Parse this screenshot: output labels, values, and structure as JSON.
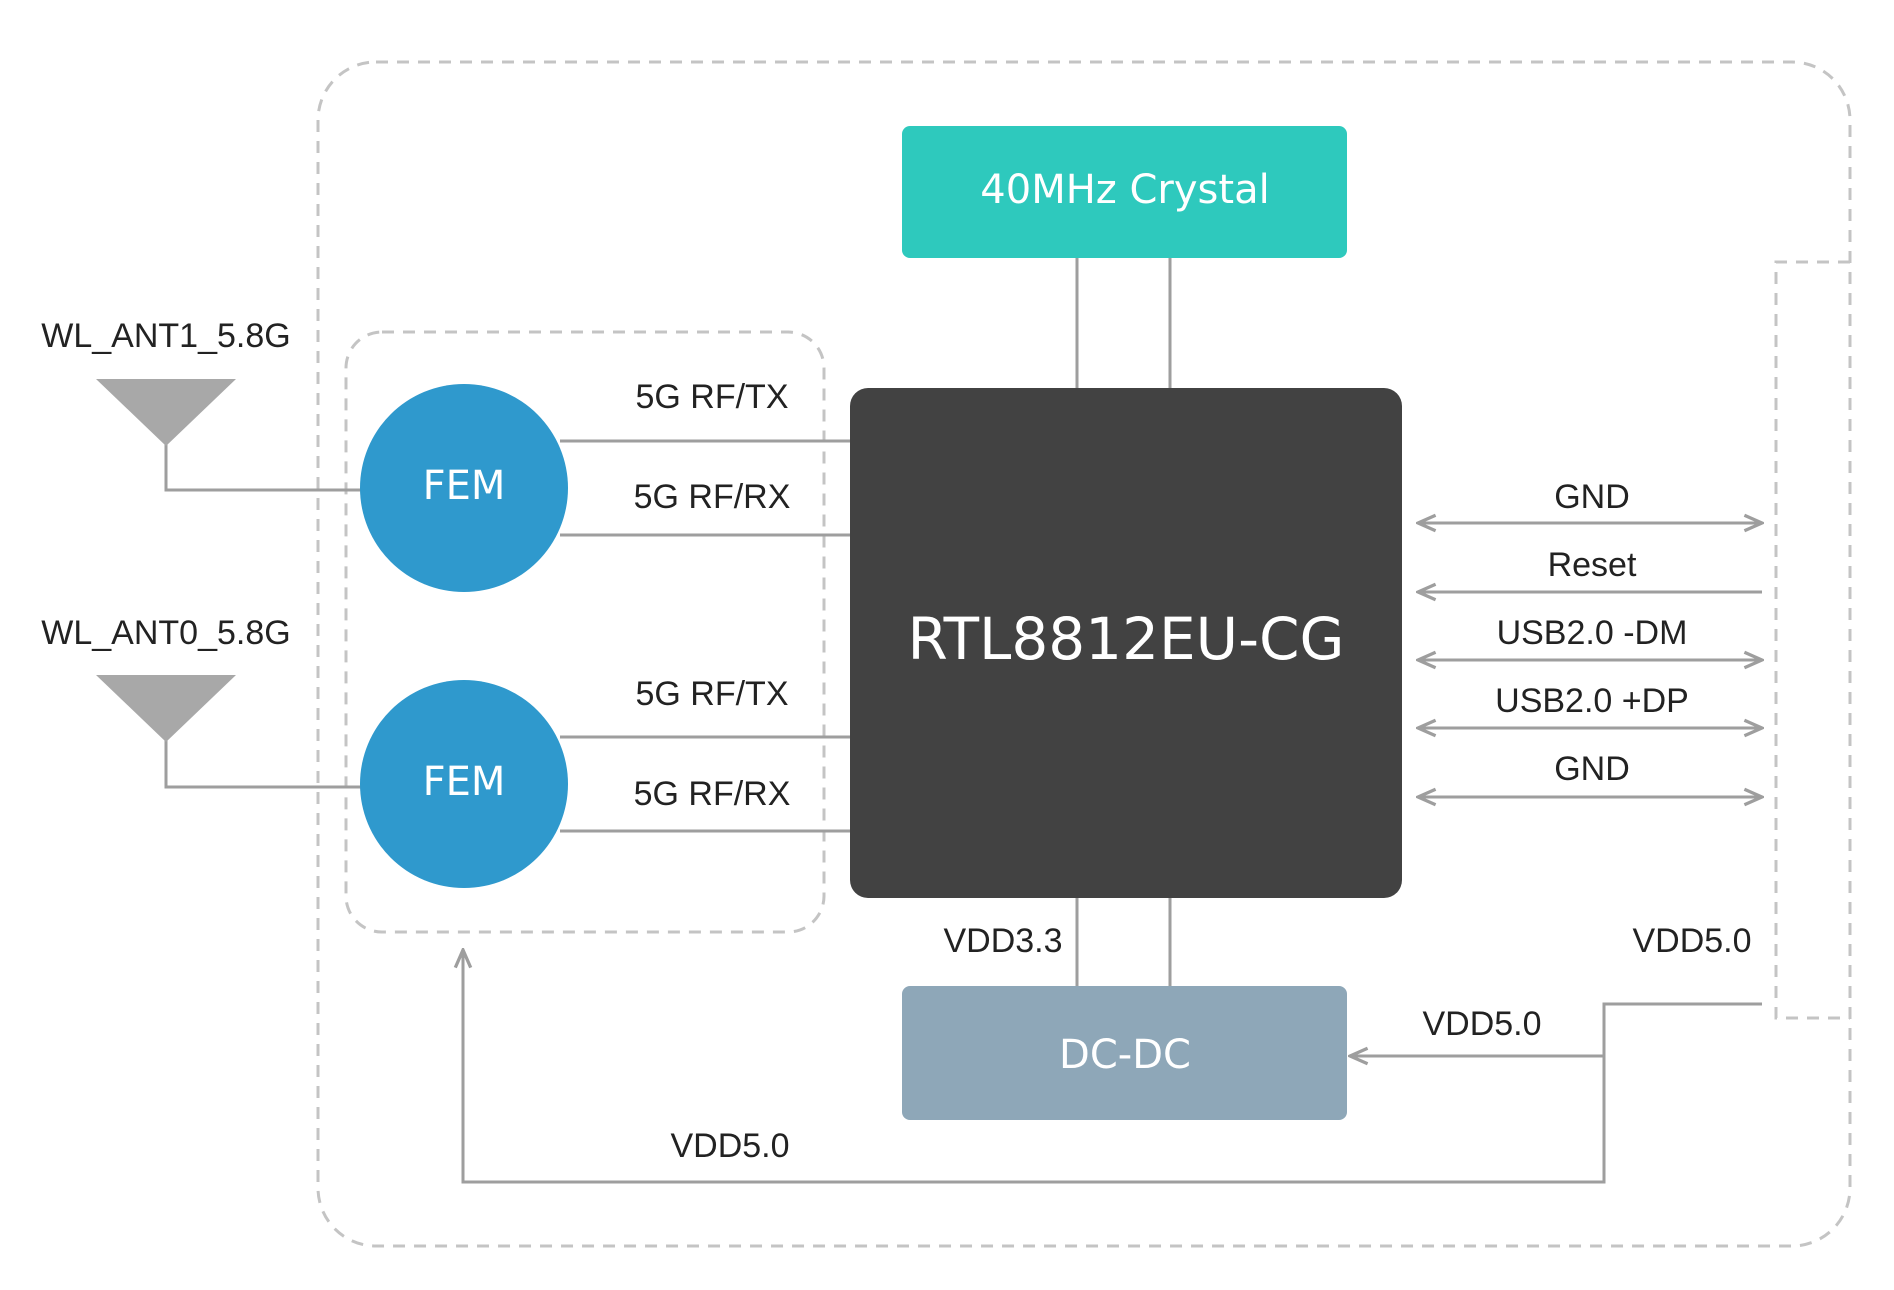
{
  "colors": {
    "crystal": "#2ec9bd",
    "fem": "#2f99cd",
    "chip": "#424242",
    "dcdc": "#8ea7b8",
    "antenna": "#a8a8a8",
    "line": "#9e9e9e"
  },
  "blocks": {
    "crystal": "40MHz Crystal",
    "chip": "RTL8812EU-CG",
    "dcdc": "DC-DC",
    "fem_top": "FEM",
    "fem_bottom": "FEM"
  },
  "antennas": {
    "ant1": "WL_ANT1_5.8G",
    "ant0": "WL_ANT0_5.8G"
  },
  "rf_signals": {
    "top_tx": "5G RF/TX",
    "top_rx": "5G RF/RX",
    "bottom_tx": "5G RF/TX",
    "bottom_rx": "5G RF/RX"
  },
  "interface_signals": [
    "GND",
    "Reset",
    "USB2.0 -DM",
    "USB2.0 +DP",
    "GND"
  ],
  "power": {
    "vdd33": "VDD3.3",
    "vdd50_right": "VDD5.0",
    "vdd50_dcdc": "VDD5.0",
    "vdd50_bottom": "VDD5.0"
  }
}
